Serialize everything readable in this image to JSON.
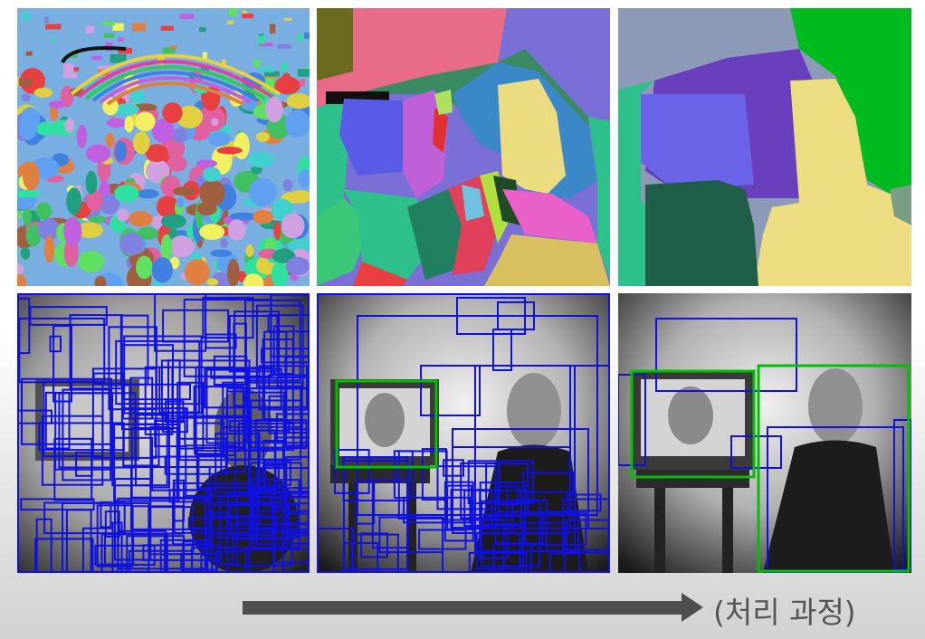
{
  "process_label": "(처리 과정)",
  "panels": {
    "segmentation": [
      "fine-segmentation",
      "medium-segmentation",
      "coarse-segmentation"
    ],
    "proposals": [
      "many-proposals",
      "merged-proposals",
      "final-proposals"
    ]
  },
  "colors": {
    "proposal_box": "#1010e0",
    "selected_box": "#00c000",
    "arrow": "#4e4e4e"
  }
}
